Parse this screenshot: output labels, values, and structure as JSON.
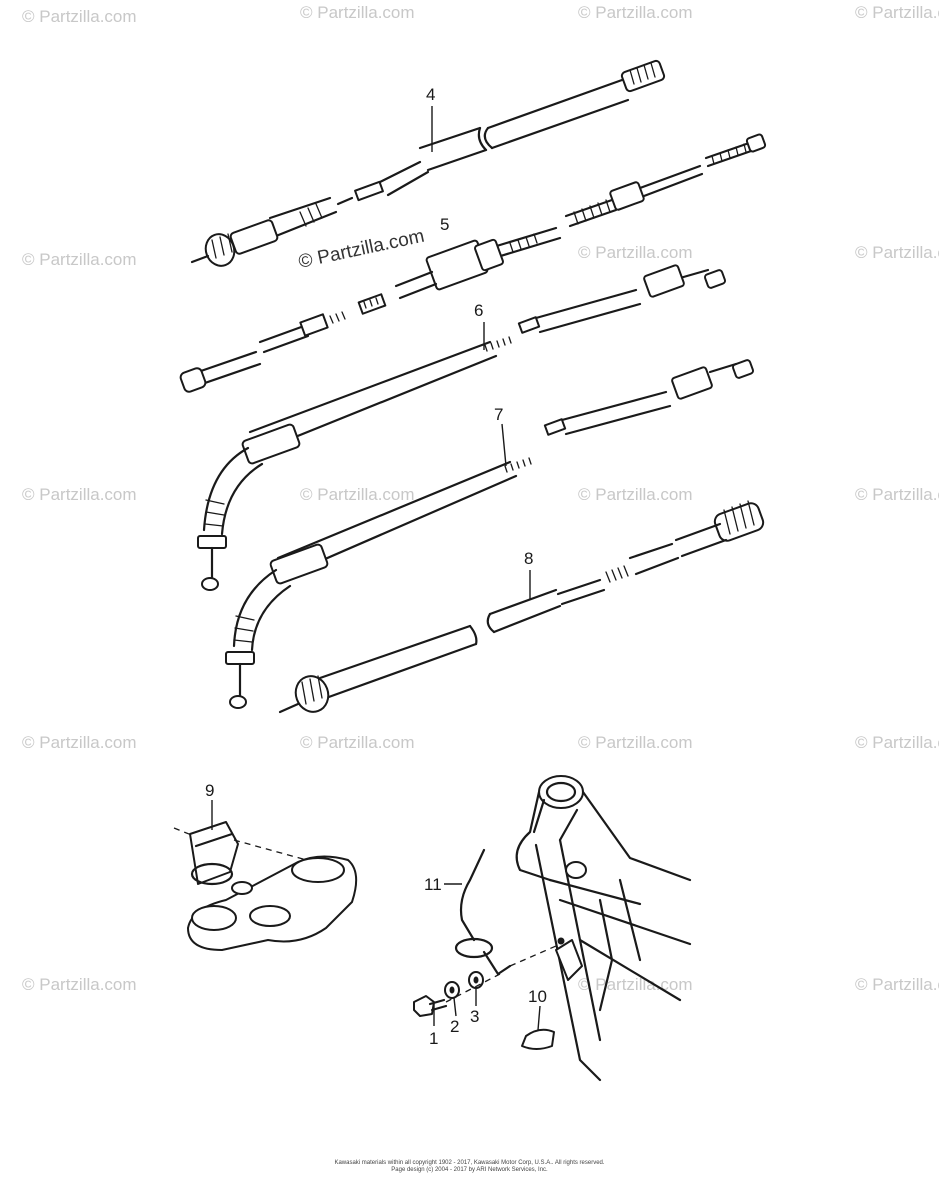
{
  "watermark": "© Partzilla.com",
  "center_watermark": "© Partzilla.com",
  "callouts": {
    "p1": "1",
    "p2": "2",
    "p3": "3",
    "p4": "4",
    "p5": "5",
    "p6": "6",
    "p7": "7",
    "p8": "8",
    "p9": "9",
    "p10": "10",
    "p11": "11"
  },
  "footer": {
    "line1": "Kawasaki materials within all copyright 1902 - 2017, Kawasaki Motor Corp, U.S.A.. All rights reserved.",
    "line2": "Page design (c) 2004 - 2017 by ARI Network Services, Inc."
  },
  "colors": {
    "ink": "#1a1a1a",
    "watermark": "#c8c8c8",
    "background": "#ffffff"
  }
}
